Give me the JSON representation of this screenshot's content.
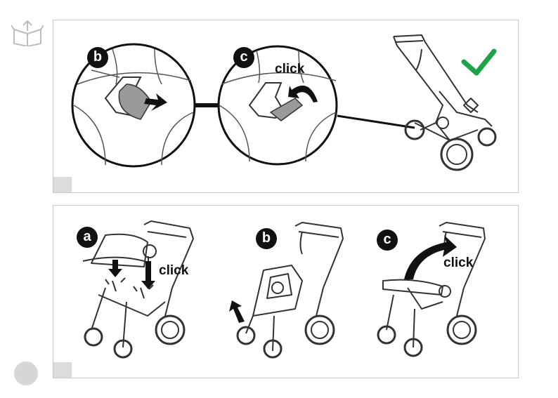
{
  "panel_top": {
    "steps": [
      {
        "badge": "b"
      },
      {
        "badge": "c",
        "click_label": "click"
      }
    ]
  },
  "panel_bottom": {
    "steps": [
      {
        "badge": "a",
        "click_label": "click"
      },
      {
        "badge": "b"
      },
      {
        "badge": "c",
        "click_label": "click"
      }
    ]
  },
  "colors": {
    "check": "#1fa34a",
    "line": "#222222",
    "fill_grey": "#9a9a9a",
    "tab": "#dcdcdc"
  },
  "icons": [
    "box-open-icon",
    "checkmark-icon",
    "arrow-icon",
    "page-number-dot"
  ]
}
